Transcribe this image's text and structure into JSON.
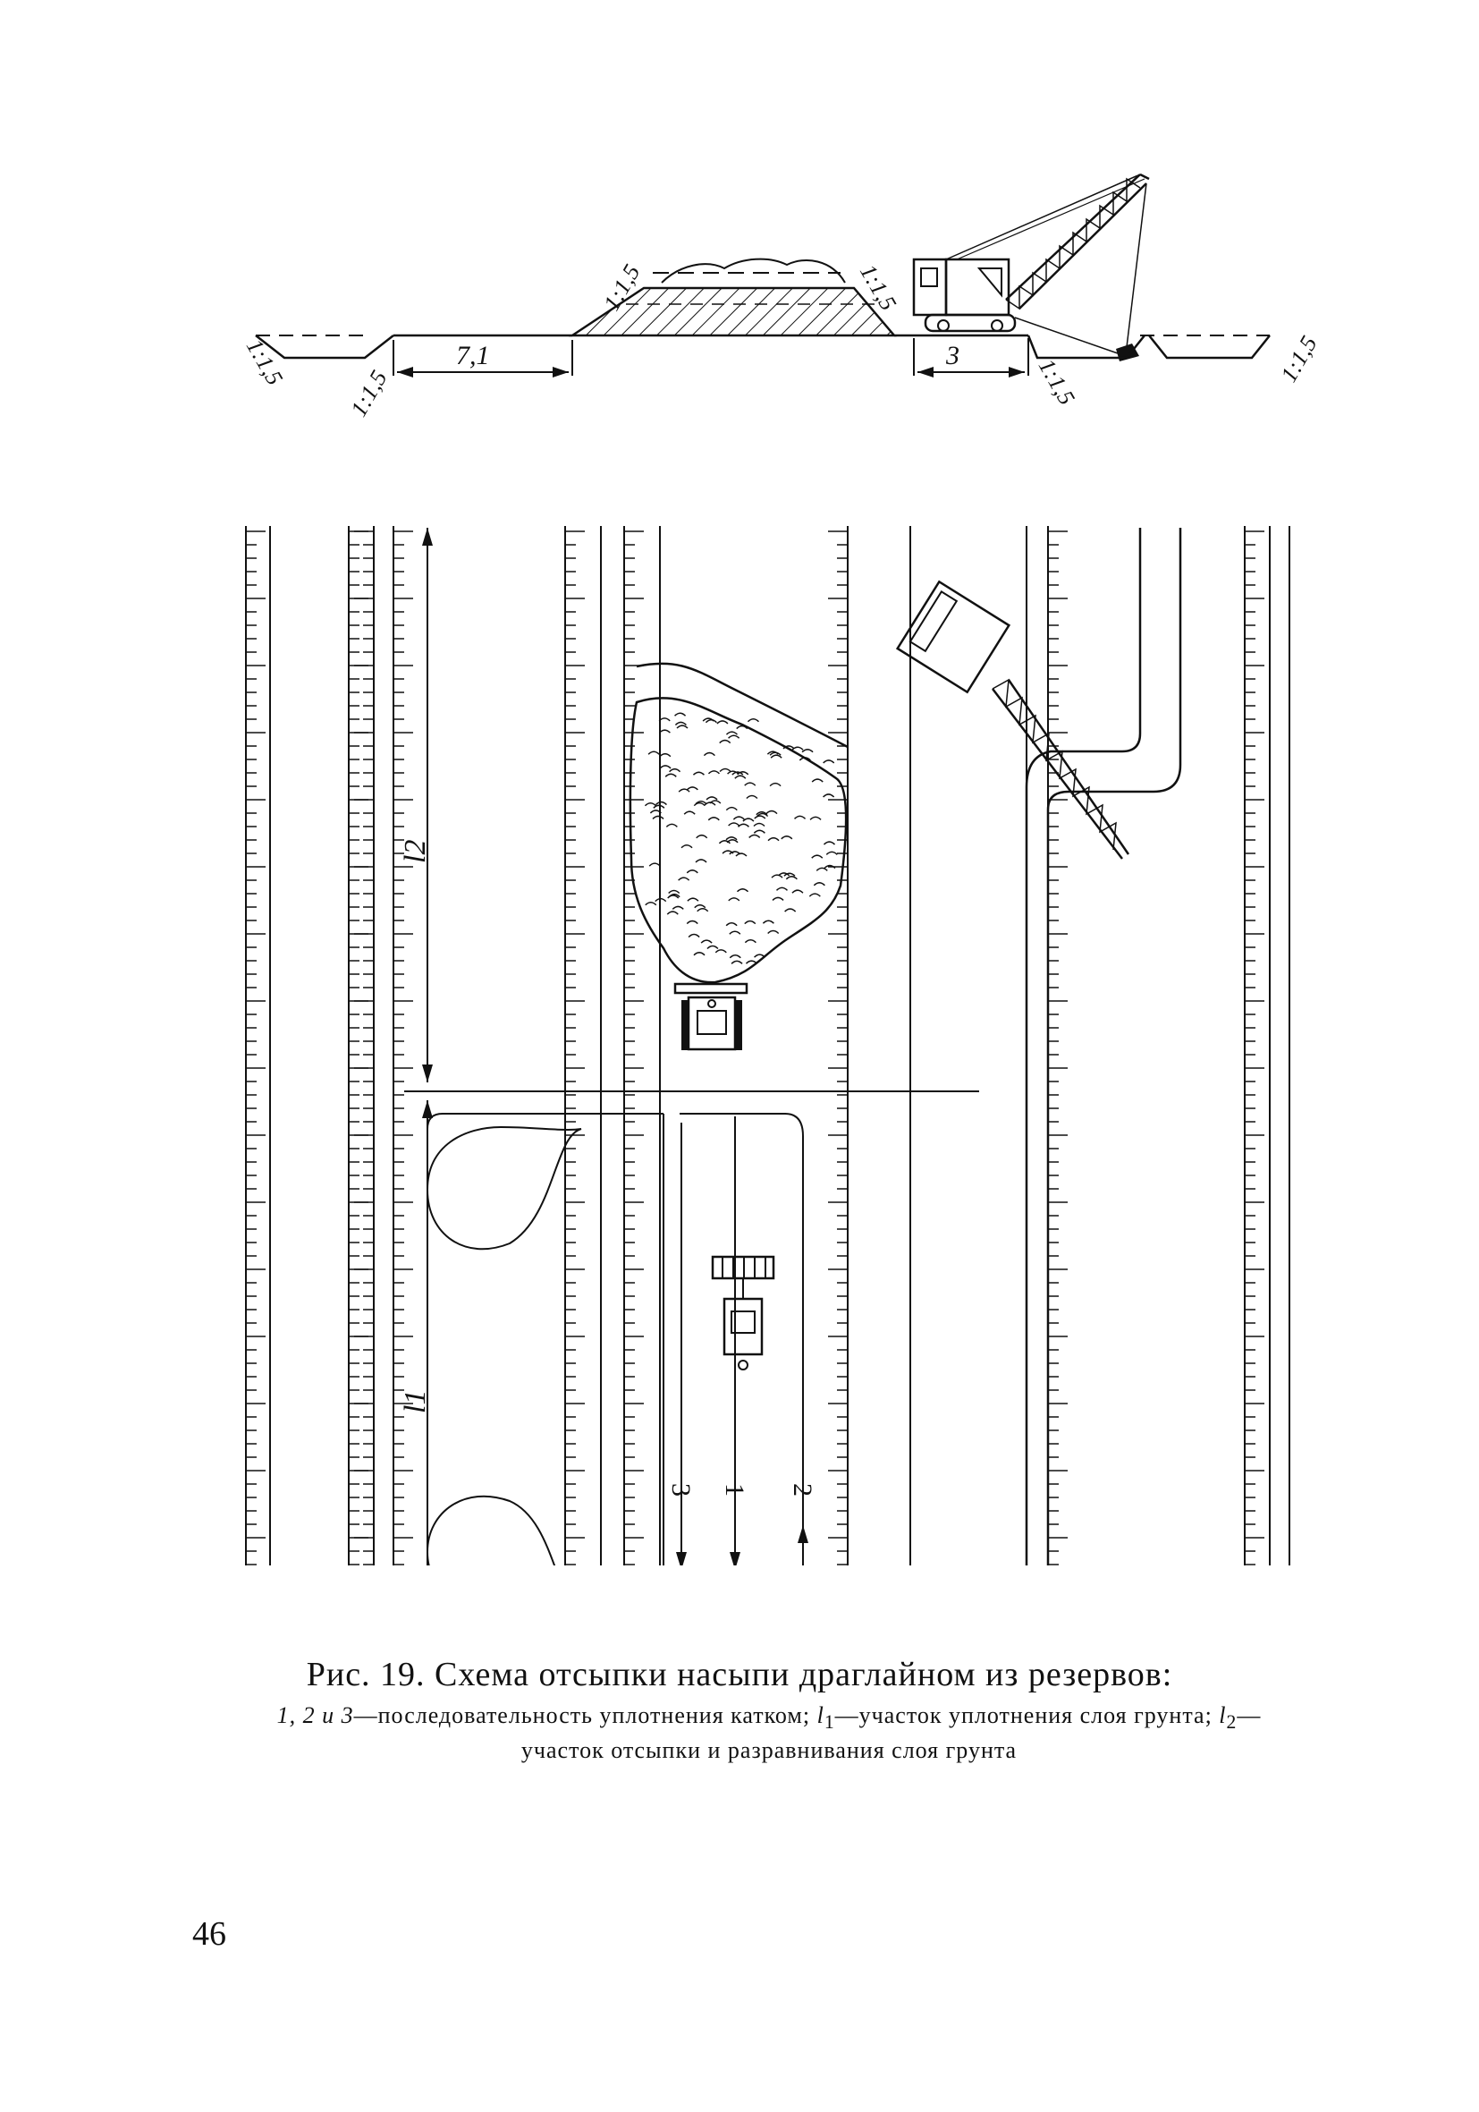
{
  "figure": {
    "cross_section": {
      "slope_left_reserve": "1:1,5",
      "slope_left_inner": "1:1,5",
      "width_left": "7,1",
      "slope_embankment_left": "1:1,5",
      "slope_embankment_right": "1:1,5",
      "width_right": "3",
      "slope_right_inner": "1:1,5",
      "slope_right_reserve": "1:1,5"
    },
    "plan": {
      "label_l2": "l2",
      "label_l1": "l1",
      "pass_3": "3",
      "pass_1": "1",
      "pass_2": "2"
    }
  },
  "caption": {
    "title": "Рис. 19. Схема отсыпки насыпи драглайном из резервов:",
    "numbers": "1, 2 и 3",
    "part1": "—последовательность уплотнения катком;",
    "l1_sym": "l",
    "l1_sub": "1",
    "part2": "—участок уплотнения слоя грунта;",
    "l2_sym": "l",
    "l2_sub": "2",
    "part3": "—участок отсыпки и разравнивания слоя грунта"
  },
  "page_number": "46"
}
